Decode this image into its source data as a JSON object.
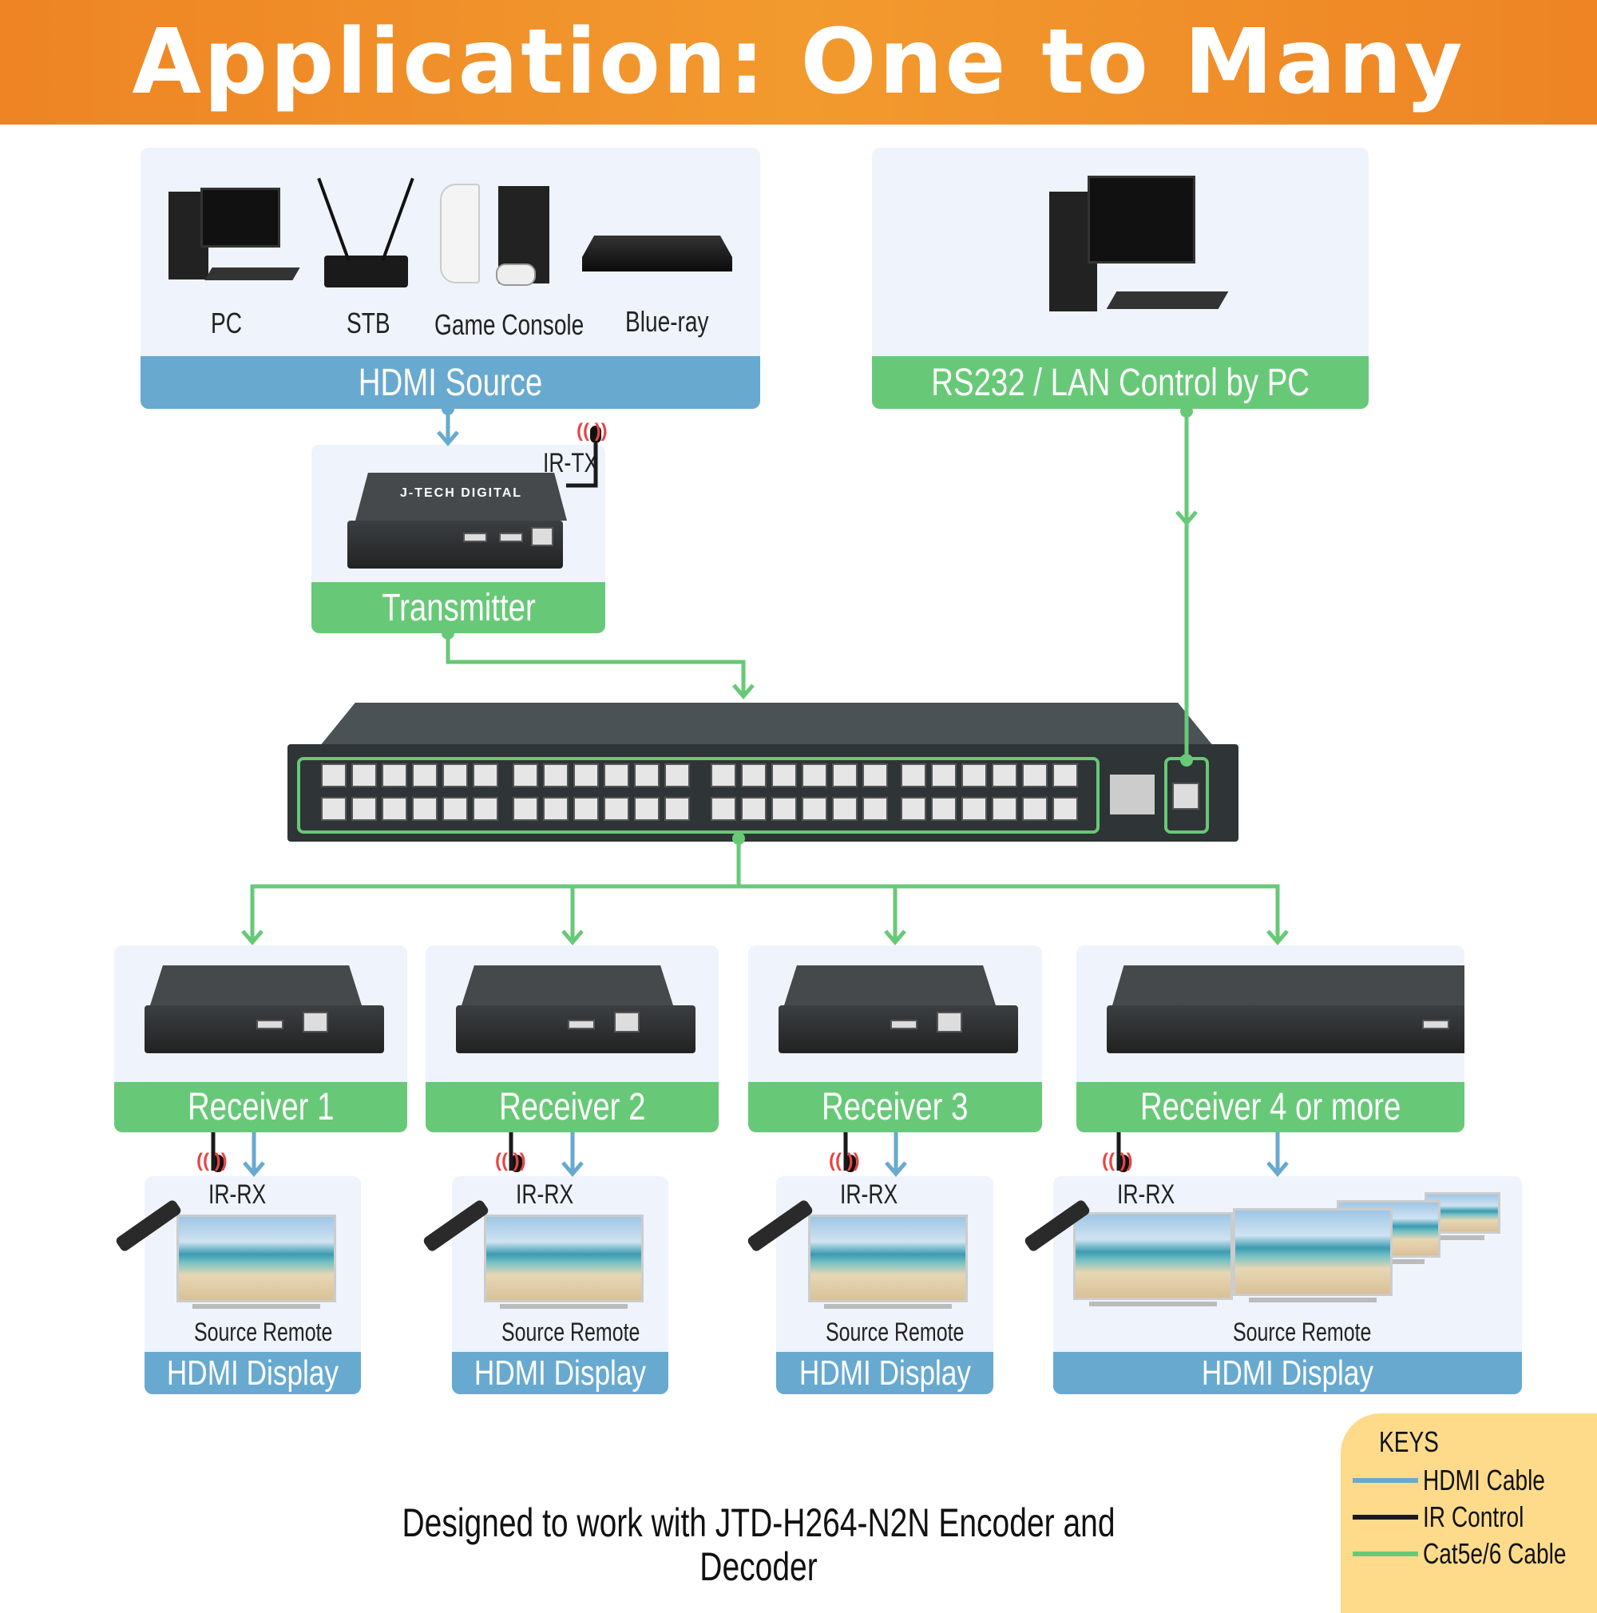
{
  "title": "Application: One to Many",
  "colors": {
    "header": "#ee8424",
    "hdmi": "#68a9cf",
    "ir": "#1a1a1a",
    "cat": "#67c977",
    "panel": "#eef3fc",
    "keys_bg": "#fedb8a"
  },
  "hdmi_source": {
    "label": "HDMI Source",
    "devices": [
      {
        "label": "PC",
        "icon": "desktop-pc-icon"
      },
      {
        "label": "STB",
        "icon": "router-icon"
      },
      {
        "label": "Game Console",
        "icon": "game-console-icon"
      },
      {
        "label": "Blue-ray",
        "icon": "bluray-player-icon"
      }
    ]
  },
  "control": {
    "label": "RS232 / LAN Control by PC",
    "icon": "desktop-pc-icon"
  },
  "transmitter": {
    "label": "Transmitter",
    "ir_label": "IR-TX",
    "brand": "J-TECH DIGITAL"
  },
  "receivers": [
    {
      "label": "Receiver 1",
      "ir_label": "IR-RX",
      "remote_label": "Source Remote",
      "display_label": "HDMI Display"
    },
    {
      "label": "Receiver 2",
      "ir_label": "IR-RX",
      "remote_label": "Source Remote",
      "display_label": "HDMI Display"
    },
    {
      "label": "Receiver 3",
      "ir_label": "IR-RX",
      "remote_label": "Source Remote",
      "display_label": "HDMI Display"
    },
    {
      "label": "Receiver 4 or more",
      "ir_label": "IR-RX",
      "remote_label": "Source Remote",
      "display_label": "HDMI Display"
    }
  ],
  "caption": "Designed to work with JTD-H264-N2N Encoder and Decoder",
  "keys": {
    "title": "KEYS",
    "items": [
      {
        "label": "HDMI Cable",
        "color": "#68a9cf"
      },
      {
        "label": "IR Control",
        "color": "#1a1a1a"
      },
      {
        "label": "Cat5e/6 Cable",
        "color": "#67c977"
      }
    ]
  }
}
